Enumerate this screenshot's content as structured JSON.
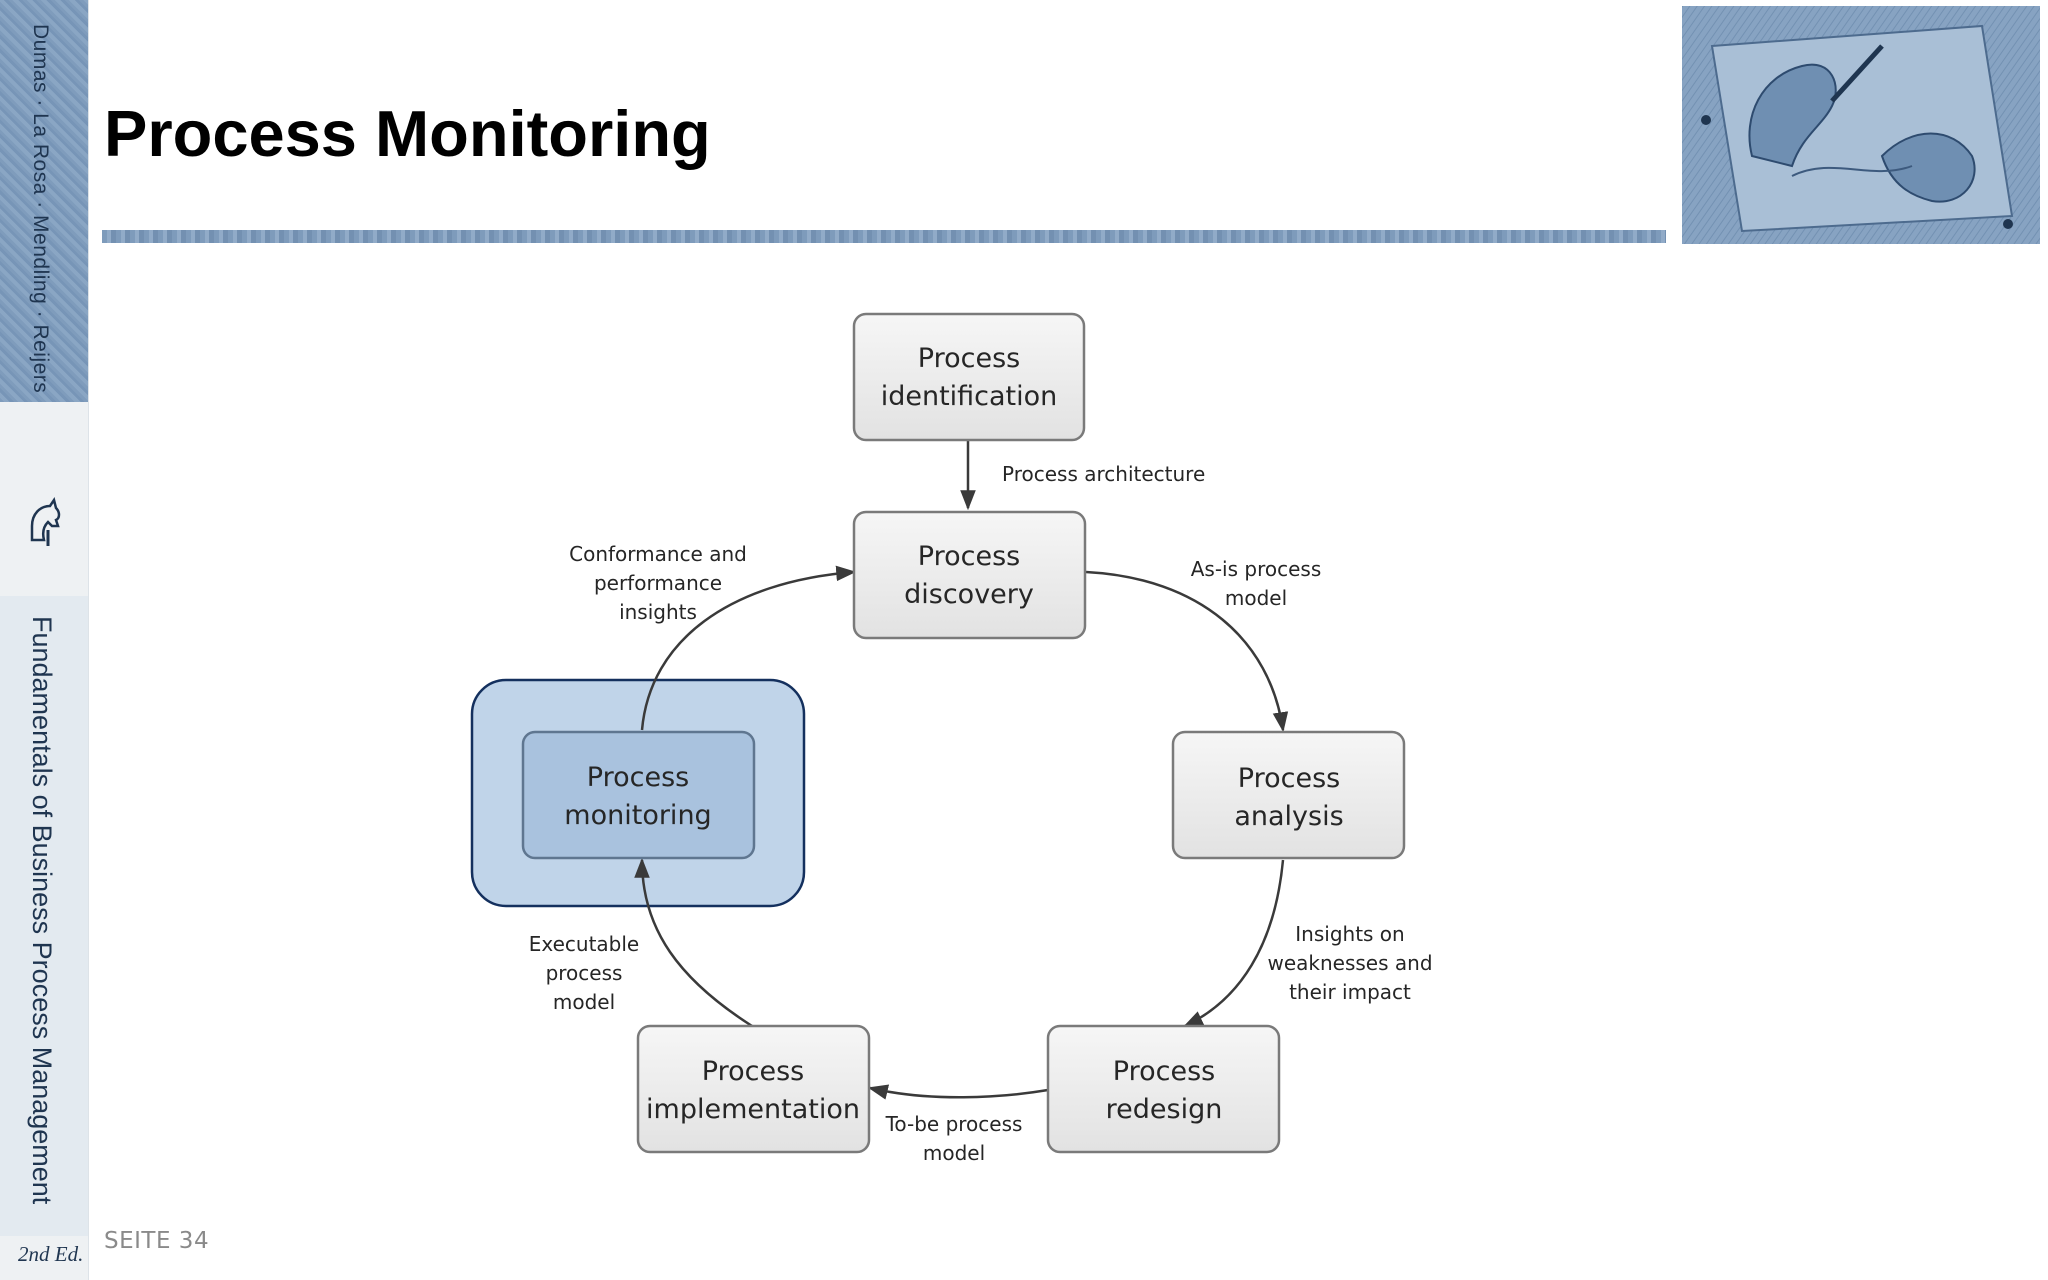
{
  "spine": {
    "authors": "Dumas · La Rosa · Mendling · Reijers",
    "title": "Fundamentals of Business Process Management",
    "edition": "2nd Ed."
  },
  "header": {
    "title": "Process Monitoring"
  },
  "diagram": {
    "nodes": {
      "identification": [
        "Process",
        "identification"
      ],
      "discovery": [
        "Process",
        "discovery"
      ],
      "analysis": [
        "Process",
        "analysis"
      ],
      "redesign": [
        "Process",
        "redesign"
      ],
      "implementation": [
        "Process",
        "implementation"
      ],
      "monitoring": [
        "Process",
        "monitoring"
      ]
    },
    "highlighted_node": "monitoring",
    "edges": {
      "architecture": [
        "Process architecture"
      ],
      "as_is": [
        "As-is process",
        "model"
      ],
      "insights": [
        "Insights on",
        "weaknesses and",
        "their impact"
      ],
      "to_be": [
        "To-be process",
        "model"
      ],
      "executable": [
        "Executable",
        "process",
        "model"
      ],
      "conformance": [
        "Conformance and",
        "performance",
        "insights"
      ]
    },
    "colors": {
      "highlight_fill": "#c0d4e9",
      "highlight_border": "#14305e",
      "node_fill": "#eeeeee",
      "highlight_node_fill": "#a9c2de"
    }
  },
  "footer": {
    "page_number": "SEITE 34"
  }
}
